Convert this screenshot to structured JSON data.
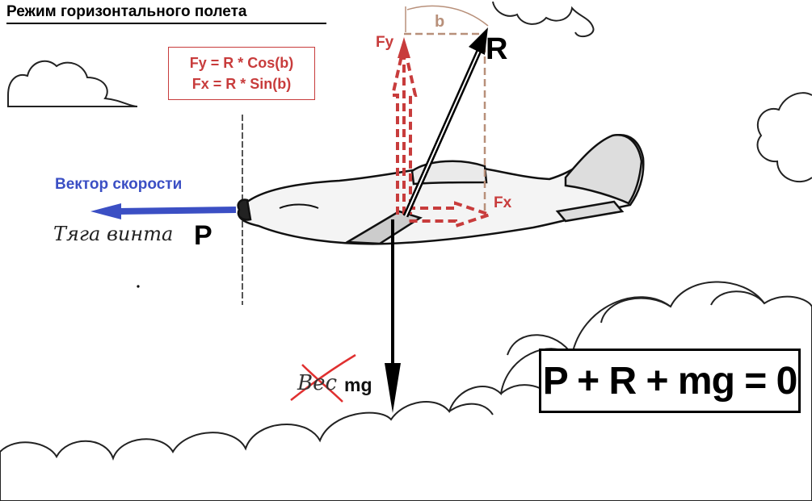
{
  "title": "Режим горизонтального полета",
  "formulas": {
    "fy": "Fy = R * Cos(b)",
    "fx": "Fx = R * Sin(b)"
  },
  "labels": {
    "fy": "Fy",
    "fx": "Fx",
    "angle": "b",
    "lift_resultant": "R",
    "speed_vector": "Вектор скорости",
    "thrust_text": "Тяга винта",
    "thrust_symbol": "P",
    "weight_crossed": "Вес",
    "weight": "mg"
  },
  "equation": "P + R + mg = 0",
  "colors": {
    "component_red": "#c83c3c",
    "velocity_blue": "#3b4fc4",
    "guide_brown": "#b8907a",
    "ink": "#000000"
  }
}
